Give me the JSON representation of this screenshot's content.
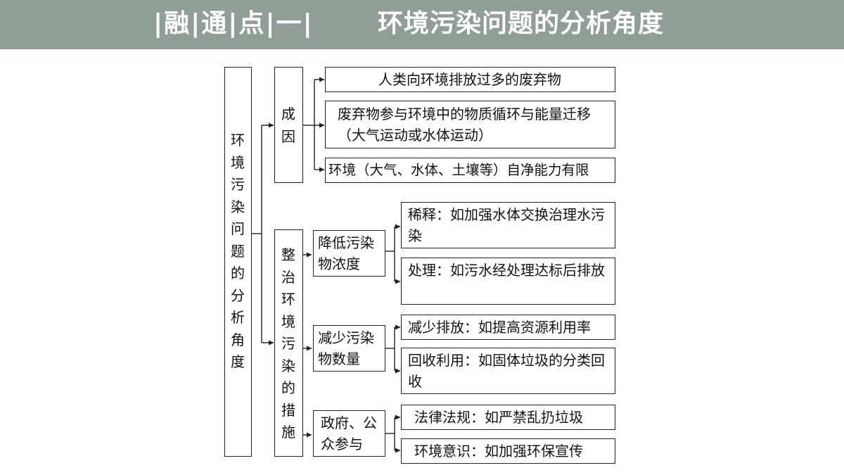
{
  "header": {
    "tag": "|融|通|点|一|",
    "title": "环境污染问题的分析角度"
  },
  "diagram": {
    "root": "环境污染问题的分析角度",
    "cause": {
      "label": "成因",
      "items": [
        "人类向环境排放过多的废弃物",
        "废弃物参与环境中的物质循环与能量迁移（大气运动或水体运动）",
        "环境（大气、水体、土壤等）自净能力有限"
      ]
    },
    "measures": {
      "label": "整治环境污染的措施",
      "groups": [
        {
          "label": "降低污染物浓度",
          "items": [
            "稀释：如加强水体交换治理水污染",
            "处理：如污水经处理达标后排放"
          ]
        },
        {
          "label": "减少污染物数量",
          "items": [
            "减少排放：如提高资源利用率",
            "回收利用：如固体垃圾的分类回收"
          ]
        },
        {
          "label": "政府、公众参与",
          "items": [
            "法律法规：如严禁乱扔垃圾",
            "环境意识：如加强环保宣传"
          ]
        }
      ]
    }
  }
}
